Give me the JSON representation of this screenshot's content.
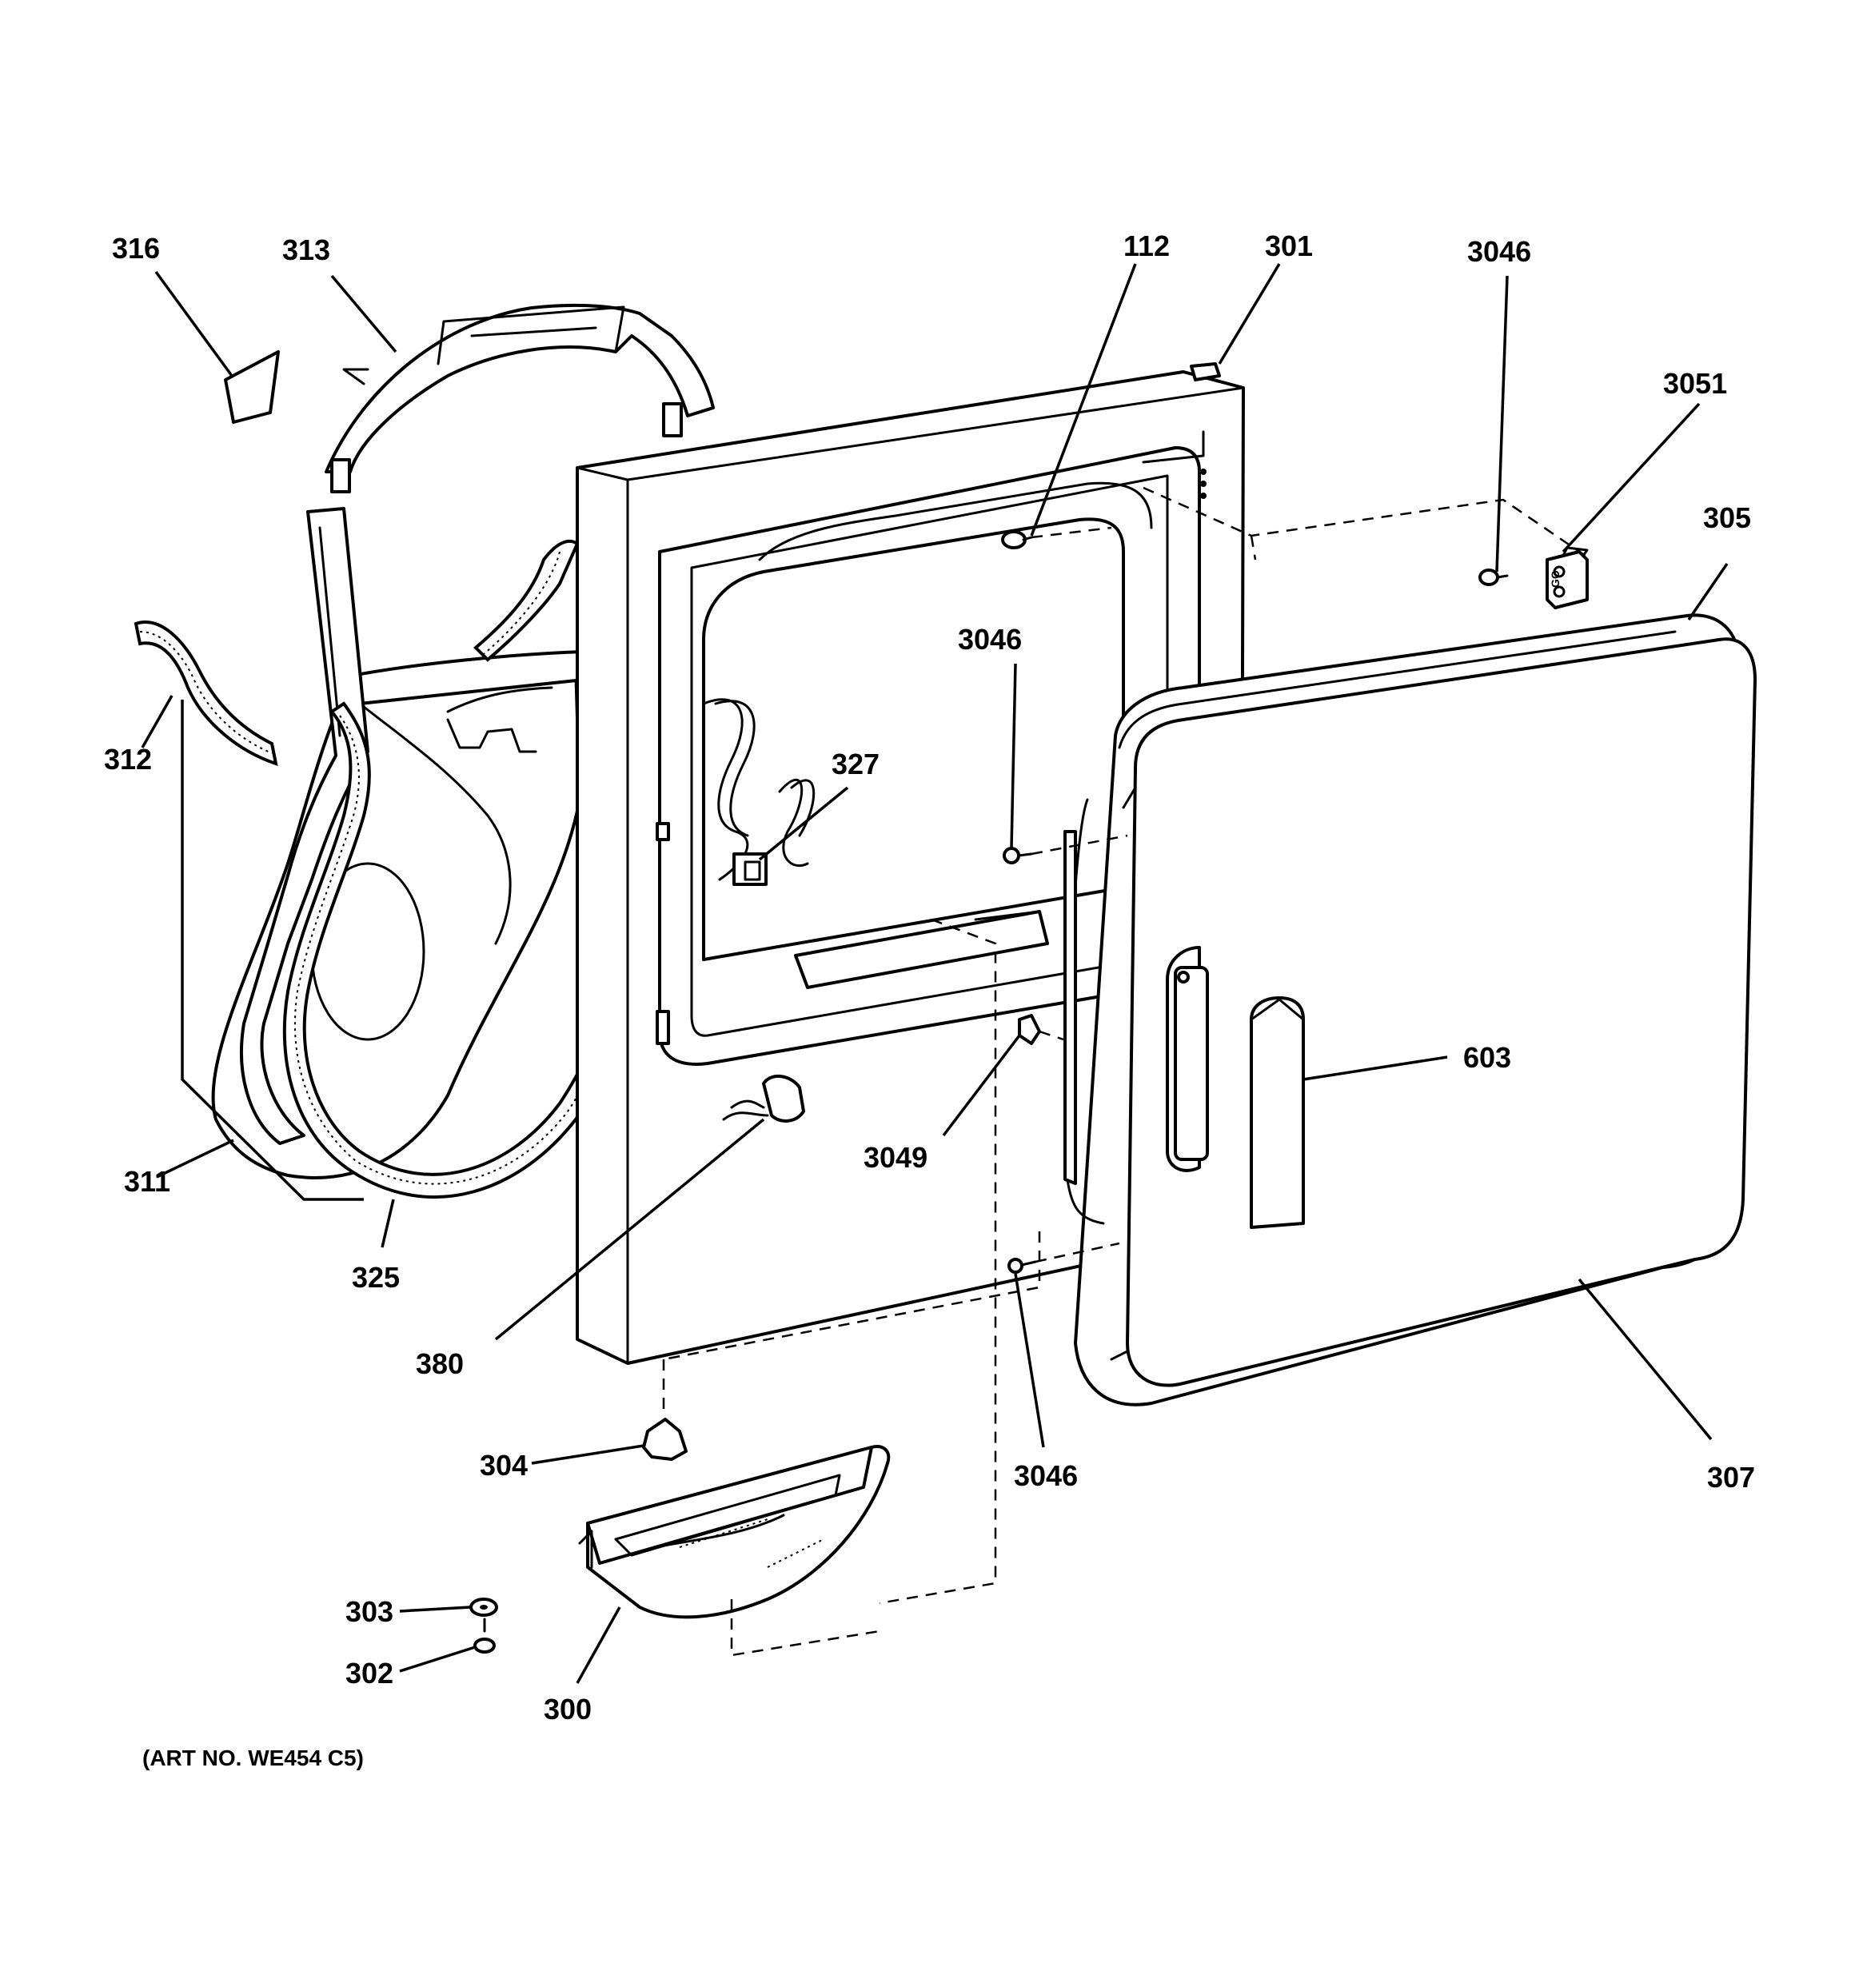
{
  "diagram": {
    "callouts": {
      "c316": "316",
      "c313": "313",
      "c312": "312",
      "c311": "311",
      "c325": "325",
      "c112": "112",
      "c301": "301",
      "c3046_top": "3046",
      "c3051": "3051",
      "c305": "305",
      "c3046_mid": "3046",
      "c327": "327",
      "c603": "603",
      "c3049": "3049",
      "c380": "380",
      "c304": "304",
      "c3046_bot": "3046",
      "c307": "307",
      "c303": "303",
      "c302": "302",
      "c300": "300"
    },
    "art_number": "(ART NO. WE454 C5)",
    "hinge_text": "GO"
  }
}
